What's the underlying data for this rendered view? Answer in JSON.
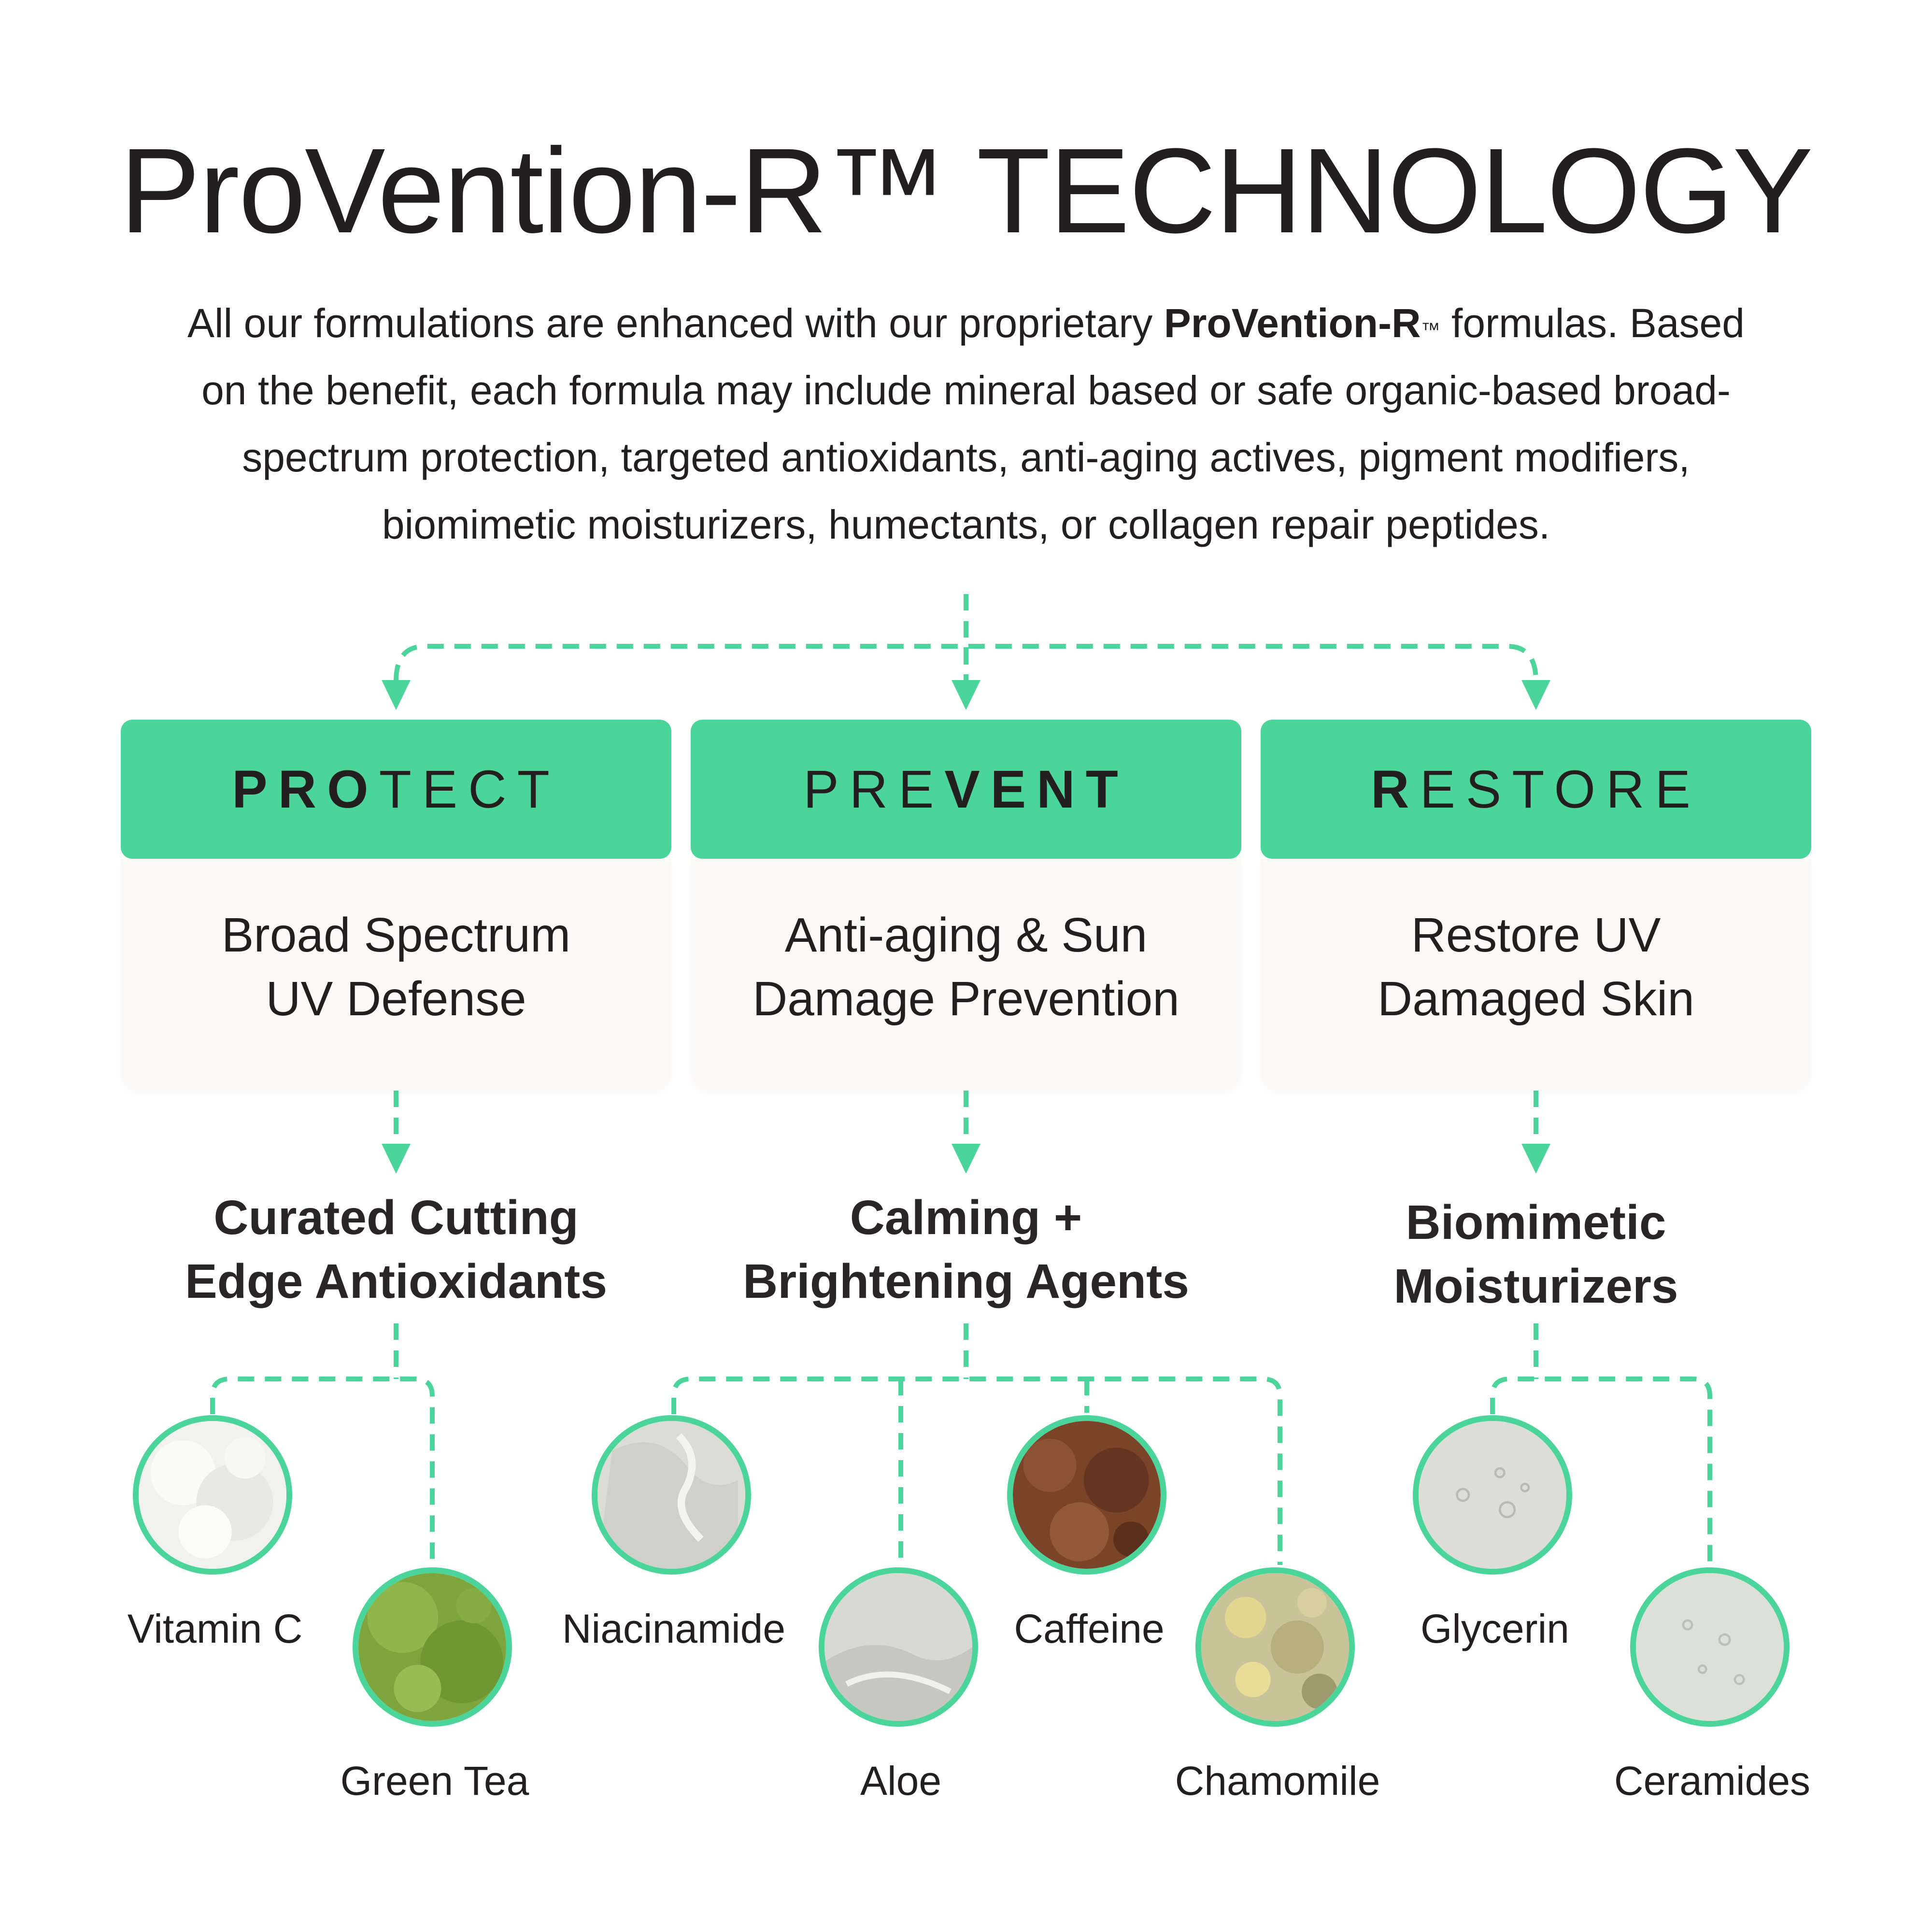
{
  "title": "ProVention-R™ TECHNOLOGY",
  "intro": {
    "lead": "All our formulations are enhanced with our proprietary ",
    "brand": "ProVention-R",
    "tm": "™",
    "rest": " formulas. Based on the benefit, each formula may include mineral based or safe organic-based broad-spectrum protection, targeted antioxidants, anti-aging actives, pigment modifiers, biomimetic moisturizers, humectants, or collagen repair peptides."
  },
  "colors": {
    "accent": "#4cd59a",
    "text": "#231f20",
    "panel": "#fbfaf9"
  },
  "pillars": [
    {
      "word_bold_prefix": "PRO",
      "word_rest": "TECT",
      "word_bold_suffix": "",
      "benefit_line1": "Broad Spectrum",
      "benefit_line2": "UV Defense",
      "agent_line1": "Curated Cutting",
      "agent_line2": "Edge Antioxidants"
    },
    {
      "word_bold_prefix": "",
      "word_rest": "PRE",
      "word_bold_suffix": "VENT",
      "benefit_line1": "Anti-aging & Sun",
      "benefit_line2": "Damage Prevention",
      "agent_line1": "Calming +",
      "agent_line2": "Brightening Agents"
    },
    {
      "word_bold_prefix": "R",
      "word_rest": "ESTORE",
      "word_bold_suffix": "",
      "benefit_line1": "Restore UV",
      "benefit_line2": "Damaged Skin",
      "agent_line1": "Biomimetic",
      "agent_line2": "Moisturizers"
    }
  ],
  "ingredients": [
    {
      "name": "Vitamin C",
      "image": "white-powder"
    },
    {
      "name": "Green Tea",
      "image": "green-tea-powder"
    },
    {
      "name": "Niacinamide",
      "image": "white-cream"
    },
    {
      "name": "Aloe",
      "image": "aloe-gel"
    },
    {
      "name": "Caffeine",
      "image": "coffee-grounds"
    },
    {
      "name": "Chamomile",
      "image": "dried-chamomile"
    },
    {
      "name": "Glycerin",
      "image": "clear-gel-bubbles"
    },
    {
      "name": "Ceramides",
      "image": "milky-gel-bubbles"
    }
  ]
}
